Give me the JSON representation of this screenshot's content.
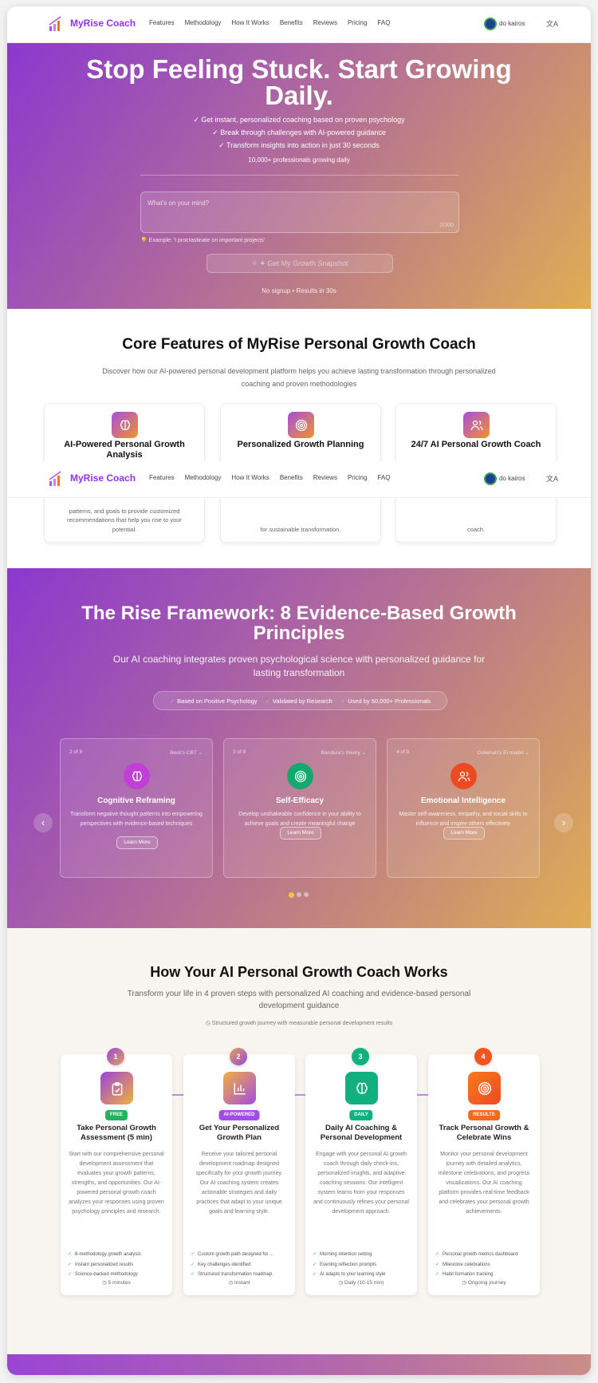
{
  "nav": {
    "brand": "MyRise Coach",
    "links": [
      "Features",
      "Methodology",
      "How It Works",
      "Benefits",
      "Reviews",
      "Pricing",
      "FAQ"
    ],
    "user": "do kairos",
    "lang_icon": "translate-icon"
  },
  "hero": {
    "title": "Stop Feeling Stuck. Start Growing Daily.",
    "checks": [
      "✓ Get instant, personalized coaching based on proven psychology",
      "✓ Break through challenges with AI-powered guidance",
      "✓ Transform insights into action in just 30 seconds"
    ],
    "social_proof": "10,000+ professionals growing daily",
    "input_placeholder": "What's on your mind?",
    "char_count": "0/300",
    "example": "Example: 'I procrastinate on important projects'",
    "cta": "✦ Get My Growth Snapshot",
    "cta_note": "No signup • Results in 30s"
  },
  "features": {
    "title": "Core Features of MyRise Personal Growth Coach",
    "subtitle": "Discover how our AI-powered personal development platform helps you achieve lasting transformation through personalized coaching and proven methodologies",
    "cards": [
      {
        "title": "AI-Powered Personal Growth Analysis",
        "desc": "patterns, and goals to provide customized recommendations that help you rise to your potential.",
        "icon": "brain-icon"
      },
      {
        "title": "Personalized Growth Planning",
        "desc": "for sustainable transformation.",
        "icon": "target-icon"
      },
      {
        "title": "24/7 AI Personal Growth Coach",
        "desc": "coach.",
        "icon": "users-icon"
      }
    ]
  },
  "framework": {
    "title": "The Rise Framework: 8 Evidence-Based Growth Principles",
    "subtitle": "Our AI coaching integrates proven psychological science with personalized guidance for lasting transformation",
    "badges": [
      "Based on Positive Psychology",
      "Validated by Research",
      "Used by 50,000+ Professionals"
    ],
    "cards": [
      {
        "index": "2 of 8",
        "source": "Beck's CBT",
        "title": "Cognitive Reframing",
        "desc": "Transform negative thought patterns into empowering perspectives with evidence-based techniques",
        "button": "Learn More",
        "color": "#c13fd6"
      },
      {
        "index": "3 of 8",
        "source": "Bandura's theory",
        "title": "Self-Efficacy",
        "desc": "Develop unshakeable confidence in your ability to achieve goals and create meaningful change",
        "button": "Learn More",
        "color": "#14a86e"
      },
      {
        "index": "4 of 8",
        "source": "Goleman's EI model",
        "title": "Emotional Intelligence",
        "desc": "Master self-awareness, empathy, and social skills to influence and inspire others effectively",
        "button": "Learn More",
        "color": "#ee4a22"
      }
    ],
    "active_page": 1,
    "pages": 3
  },
  "how": {
    "title": "How Your AI Personal Growth Coach Works",
    "subtitle": "Transform your life in 4 proven steps with personalized AI coaching and evidence-based personal development guidance",
    "note": "Structured growth journey with measurable personal development results",
    "steps": [
      {
        "num": "1",
        "badge": "FREE",
        "title": "Take Personal Growth Assessment (5 min)",
        "desc": "Start with our comprehensive personal development assessment that evaluates your growth patterns, strengths, and opportunities. Our AI-powered personal growth coach analyzes your responses using proven psychology principles and research.",
        "items": [
          "8-methodology growth analysis",
          "Instant personalized results",
          "Science-backed methodology"
        ],
        "time": "5 minutes"
      },
      {
        "num": "2",
        "badge": "AI-POWERED",
        "title": "Get Your Personalized Growth Plan",
        "desc": "Receive your tailored personal development roadmap designed specifically for your growth journey. Our AI coaching system creates actionable strategies and daily practices that adapt to your unique goals and learning style.",
        "items": [
          "Custom growth path designed for ...",
          "Key challenges identified",
          "Structured transformation roadmap"
        ],
        "time": "Instant"
      },
      {
        "num": "3",
        "badge": "DAILY",
        "title": "Daily AI Coaching & Personal Development",
        "desc": "Engage with your personal AI growth coach through daily check-ins, personalized insights, and adaptive coaching sessions. Our intelligent system learns from your responses and continuously refines your personal development approach.",
        "items": [
          "Morning intention setting",
          "Evening reflection prompts",
          "AI adapts to your learning style"
        ],
        "time": "Daily (10-15 min)"
      },
      {
        "num": "4",
        "badge": "RESULTS",
        "title": "Track Personal Growth & Celebrate Wins",
        "desc": "Monitor your personal development journey with detailed analytics, milestone celebrations, and progress visualizations. Our AI coaching platform provides real-time feedback and celebrates your personal growth achievements.",
        "items": [
          "Personal growth metrics dashboard",
          "Milestone celebrations",
          "Habit formation tracking"
        ],
        "time": "Ongoing journey"
      }
    ]
  }
}
